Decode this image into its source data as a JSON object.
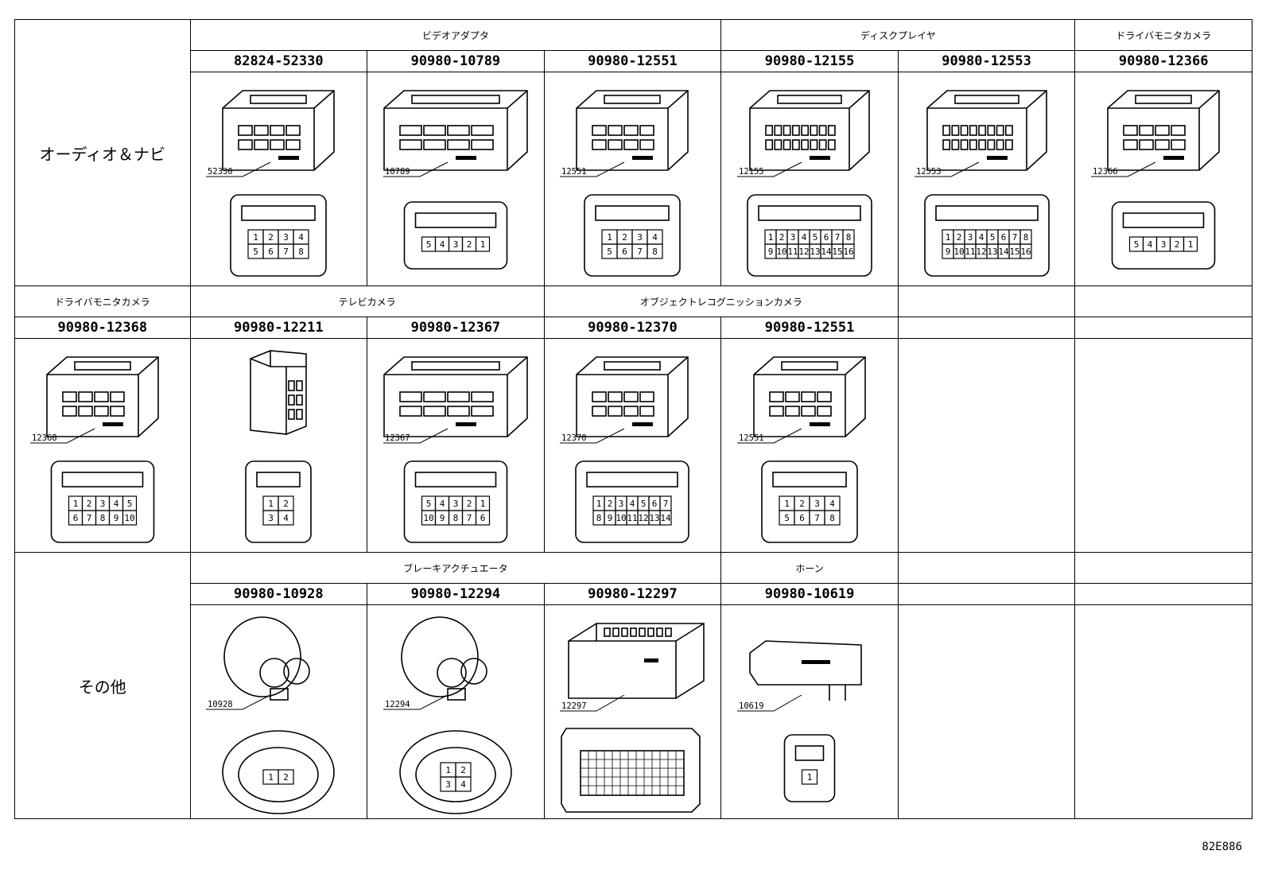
{
  "footer_code": "82E886",
  "sections": [
    {
      "group": "オーディオ＆ナビ",
      "categories": [
        "ビデオアダプタ",
        "ディスクプレイヤ",
        "ドライバモニタカメラ"
      ],
      "cells": [
        {
          "part": "82824-52330",
          "tag": "52330",
          "face": [
            [
              "1",
              "2",
              "3",
              "4"
            ],
            [
              "5",
              "6",
              "7",
              "8"
            ]
          ]
        },
        {
          "part": "90980-10789",
          "tag": "10789",
          "face": [
            [
              "5",
              "4",
              "3",
              "2",
              "1"
            ]
          ]
        },
        {
          "part": "90980-12551",
          "tag": "12551",
          "face": [
            [
              "1",
              "2",
              "3",
              "4"
            ],
            [
              "5",
              "6",
              "7",
              "8"
            ]
          ]
        },
        {
          "part": "90980-12155",
          "tag": "12155",
          "face": [
            [
              "1",
              "2",
              "3",
              "4",
              "5",
              "6",
              "7",
              "8"
            ],
            [
              "9",
              "10",
              "11",
              "12",
              "13",
              "14",
              "15",
              "16"
            ]
          ]
        },
        {
          "part": "90980-12553",
          "tag": "12553",
          "face": [
            [
              "1",
              "2",
              "3",
              "4",
              "5",
              "6",
              "7",
              "8"
            ],
            [
              "9",
              "10",
              "11",
              "12",
              "13",
              "14",
              "15",
              "16"
            ]
          ]
        },
        {
          "part": "90980-12366",
          "tag": "12366",
          "face": [
            [
              "5",
              "4",
              "3",
              "2",
              "1"
            ]
          ]
        }
      ]
    },
    {
      "group": "",
      "categories": [
        "ドライバモニタカメラ",
        "テレビカメラ",
        "オブジェクトレコグニッションカメラ",
        "",
        ""
      ],
      "cells": [
        {
          "part": "90980-12368",
          "tag": "12368",
          "face": [
            [
              "1",
              "2",
              "3",
              "4",
              "5"
            ],
            [
              "6",
              "7",
              "8",
              "9",
              "10"
            ]
          ]
        },
        {
          "part": "90980-12211",
          "tag": "",
          "face": [
            [
              "1",
              "2"
            ],
            [
              "3",
              "4"
            ]
          ]
        },
        {
          "part": "90980-12367",
          "tag": "12367",
          "face": [
            [
              "5",
              "4",
              "3",
              "2",
              "1"
            ],
            [
              "10",
              "9",
              "8",
              "7",
              "6"
            ]
          ]
        },
        {
          "part": "90980-12370",
          "tag": "12370",
          "face": [
            [
              "1",
              "2",
              "3",
              "4",
              "5",
              "6",
              "7"
            ],
            [
              "8",
              "9",
              "10",
              "11",
              "12",
              "13",
              "14"
            ]
          ]
        },
        {
          "part": "90980-12551",
          "tag": "12551",
          "face": [
            [
              "1",
              "2",
              "3",
              "4"
            ],
            [
              "5",
              "6",
              "7",
              "8"
            ]
          ]
        },
        {
          "part": "",
          "tag": "",
          "face": []
        },
        {
          "part": "",
          "tag": "",
          "face": []
        }
      ]
    },
    {
      "group": "その他",
      "categories": [
        "ブレーキアクチュエータ",
        "ホーン",
        "",
        ""
      ],
      "cells": [
        {
          "part": "90980-10928",
          "tag": "10928",
          "face": [
            [
              "1",
              "2"
            ]
          ]
        },
        {
          "part": "90980-12294",
          "tag": "12294",
          "face": [
            [
              "1",
              "2"
            ],
            [
              "3",
              "4"
            ]
          ]
        },
        {
          "part": "90980-12297",
          "tag": "12297",
          "face": []
        },
        {
          "part": "90980-10619",
          "tag": "10619",
          "face": [
            [
              "1"
            ]
          ]
        },
        {
          "part": "",
          "tag": "",
          "face": []
        },
        {
          "part": "",
          "tag": "",
          "face": []
        }
      ]
    }
  ]
}
